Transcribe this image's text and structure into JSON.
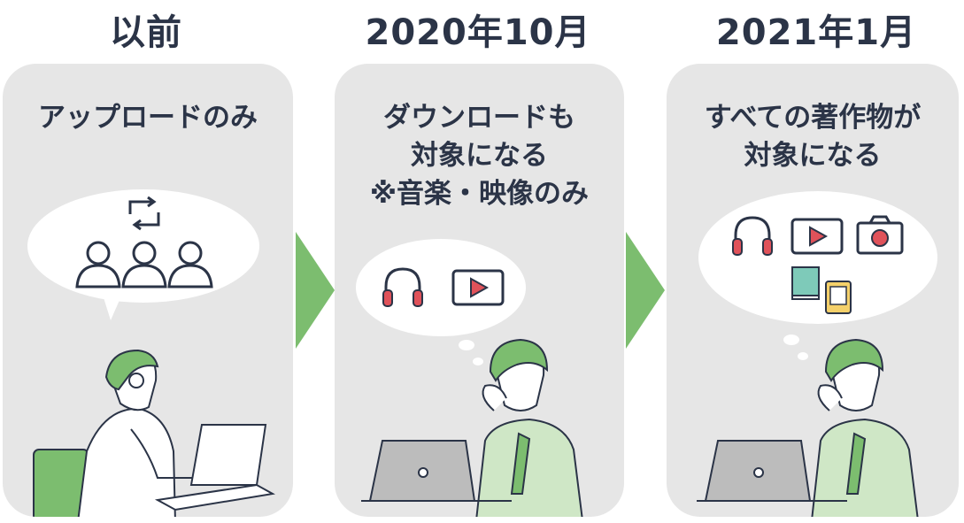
{
  "stages": [
    {
      "title": "以前",
      "heading": [
        "アップロードのみ"
      ],
      "icons": [
        "share-arrows-icon",
        "people-icon"
      ]
    },
    {
      "title": "2020年10月",
      "heading": [
        "ダウンロードも",
        "対象になる",
        "※音楽・映像のみ"
      ],
      "icons": [
        "headphones-icon",
        "video-play-icon"
      ]
    },
    {
      "title": "2021年1月",
      "heading": [
        "すべての著作物が",
        "対象になる"
      ],
      "icons": [
        "headphones-icon",
        "video-play-icon",
        "camera-icon",
        "book-icon",
        "ebook-icon"
      ]
    }
  ],
  "colors": {
    "panel": "#e6e6e6",
    "accent_green": "#7cbd6f",
    "text": "#2b3447",
    "red": "#e0525a"
  }
}
